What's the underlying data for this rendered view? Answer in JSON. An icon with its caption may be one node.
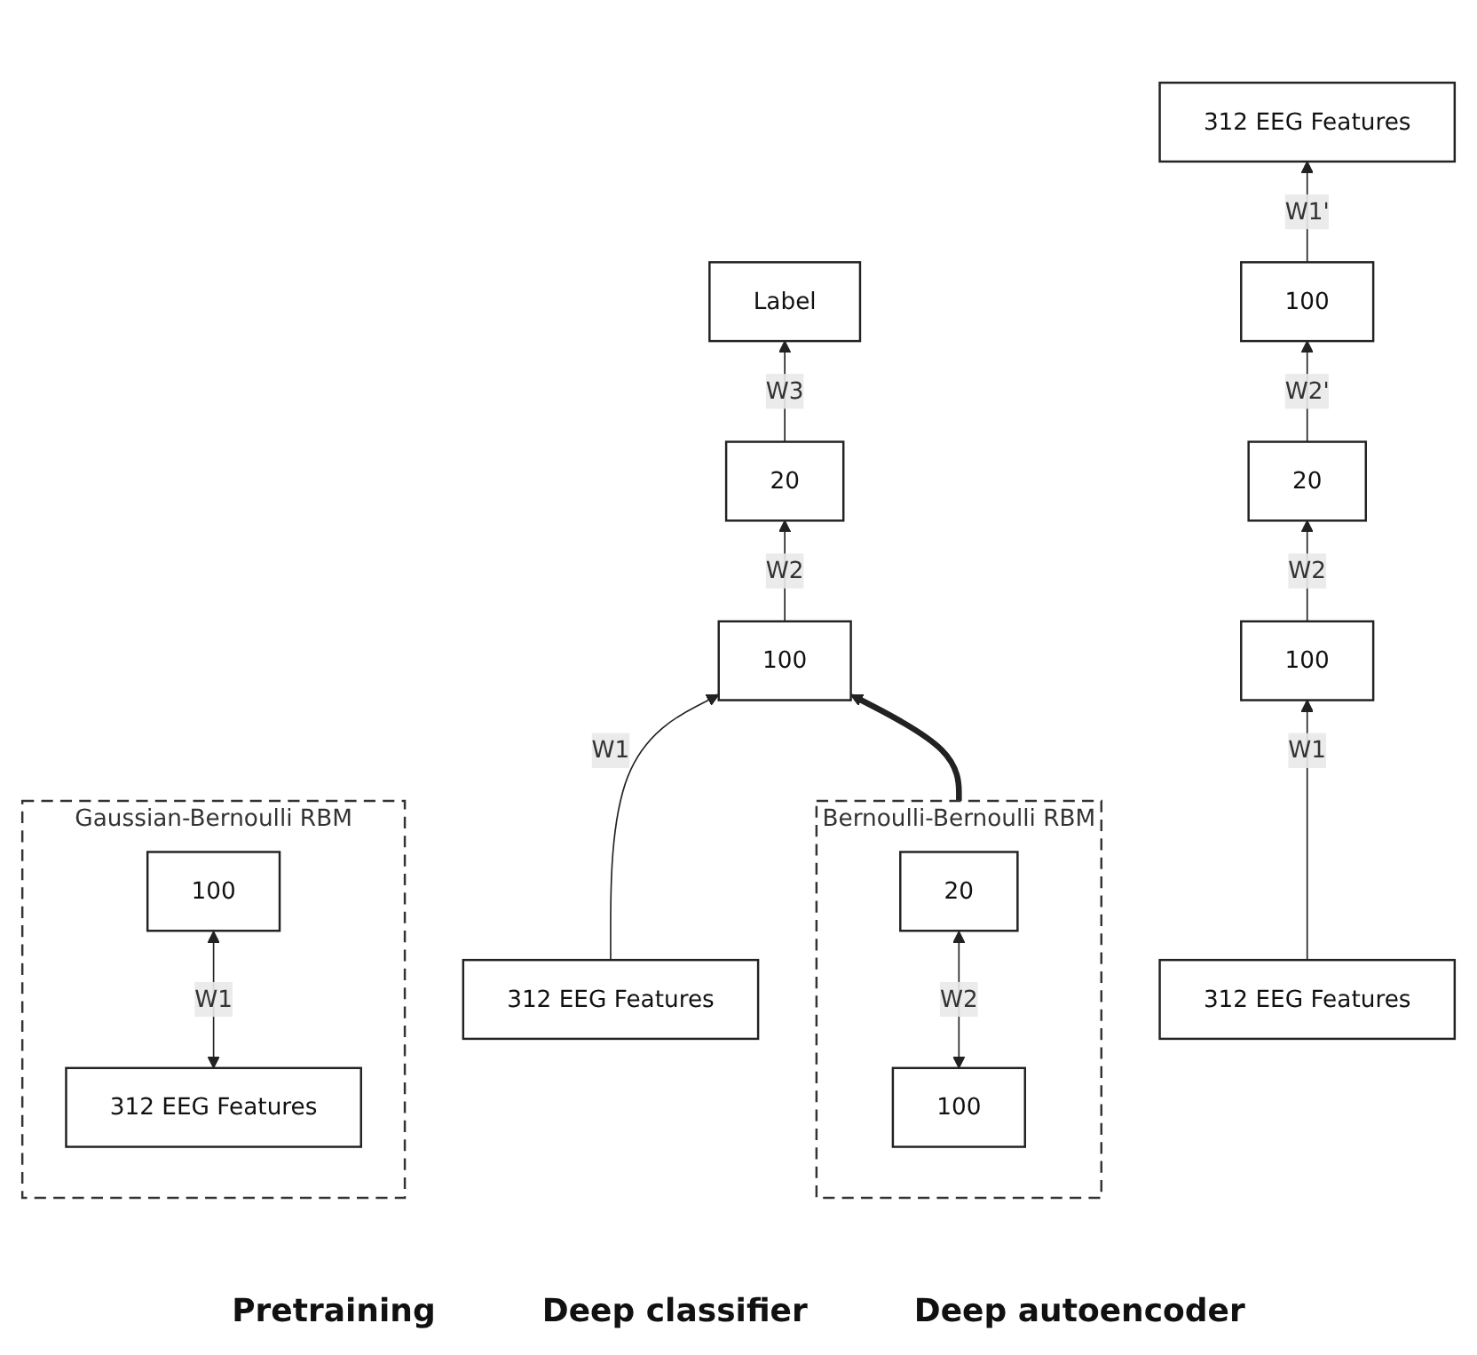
{
  "diagram": {
    "nodes": [
      {
        "text": [
          "Bernoulli-Bernoulli RBM"
        ]
      },
      {
        "text": [
          "20"
        ],
        "in": 0
      },
      {
        "text": [
          "100"
        ],
        "in": 0
      },
      {
        "text": [
          "Gaussian-Bernoulli RBM"
        ]
      },
      {
        "text": [
          "100"
        ],
        "in": 3
      },
      {
        "text": [
          "312 EEG Features"
        ],
        "in": 3
      },
      {
        "text": [
          "Label"
        ]
      },
      {
        "text": [
          "20"
        ]
      },
      {
        "text": [
          "100"
        ]
      },
      {
        "text": [
          "312 EEG Features"
        ]
      },
      {
        "text": [
          "312 EEG Features"
        ]
      },
      {
        "text": [
          "100"
        ]
      },
      {
        "text": [
          "20"
        ]
      },
      {
        "text": [
          "100"
        ]
      },
      {
        "text": [
          "312 EEG Features"
        ]
      }
    ],
    "edges": [
      {
        "from": 1,
        "to": 2,
        "arrow": "both",
        "label": "W2"
      },
      {
        "from": 4,
        "to": 5,
        "arrow": "both",
        "label": "W1"
      },
      {
        "from": 0,
        "to": 8,
        "arrow": "to",
        "style": "thick"
      },
      {
        "from": 7,
        "to": 6,
        "arrow": "to",
        "label": "W3"
      },
      {
        "from": 8,
        "to": 7,
        "arrow": "to",
        "label": "W2"
      },
      {
        "from": 9,
        "to": 8,
        "arrow": "to",
        "label": "W1"
      },
      {
        "from": 11,
        "to": 10,
        "arrow": "to",
        "label": "W1'"
      },
      {
        "from": 12,
        "to": 11,
        "arrow": "to",
        "label": "W2'"
      },
      {
        "from": 13,
        "to": 12,
        "arrow": "to",
        "label": "W2"
      },
      {
        "from": 14,
        "to": 13,
        "arrow": "to",
        "label": "W1"
      }
    ],
    "labels": [
      "Pretraining",
      "Deep classifier",
      "Deep autoencoder"
    ]
  }
}
